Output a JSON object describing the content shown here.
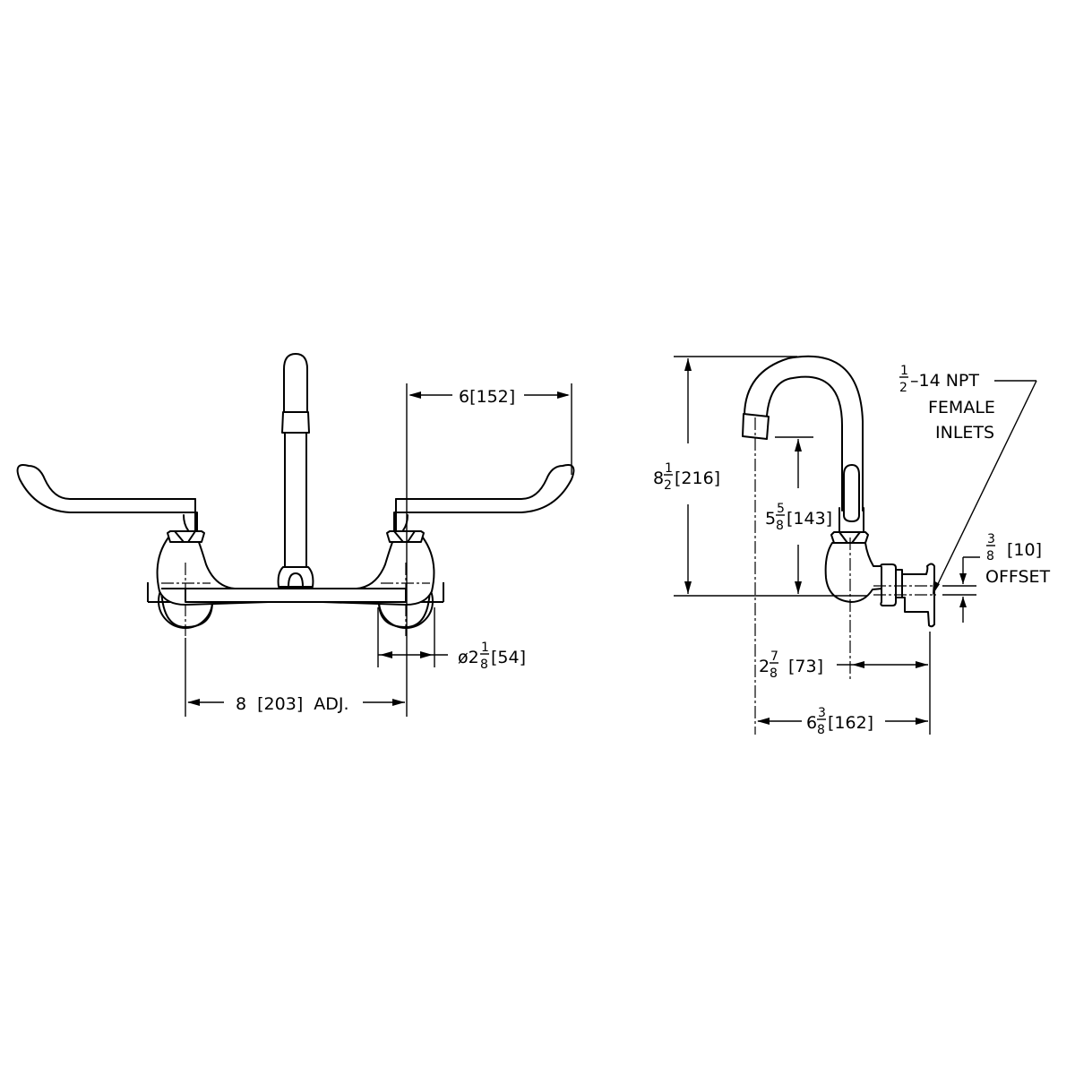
{
  "drawing": {
    "type": "dimensioned technical drawing",
    "subject": "wall-mount faucet with gooseneck spout and wristblade handles",
    "units": "inches [millimeters]",
    "line_color": "#000000",
    "background_color": "#ffffff"
  },
  "front_view": {
    "dims": {
      "handle_reach": {
        "whole": "6",
        "mm": "[152]"
      },
      "flange_diameter": {
        "prefix": "ø2",
        "num": "1",
        "den": "8",
        "mm": "[54]"
      },
      "center_spacing": {
        "whole": "8",
        "mm": "[203]",
        "suffix": "ADJ."
      }
    }
  },
  "side_view": {
    "dims": {
      "overall_height": {
        "whole": "8",
        "num": "1",
        "den": "2",
        "mm": "[216]"
      },
      "spout_clearance": {
        "whole": "5",
        "num": "5",
        "den": "8",
        "mm": "[143]"
      },
      "body_to_wall": {
        "whole": "2",
        "num": "7",
        "den": "8",
        "mm": "[73]"
      },
      "spout_reach": {
        "whole": "6",
        "num": "3",
        "den": "8",
        "mm": "[162]"
      },
      "offset": {
        "num": "3",
        "den": "8",
        "mm": "[10]",
        "label": "OFFSET"
      }
    },
    "callout": {
      "num": "1",
      "den": "2",
      "thread": "–14 NPT",
      "line2": "FEMALE",
      "line3": "INLETS"
    }
  }
}
